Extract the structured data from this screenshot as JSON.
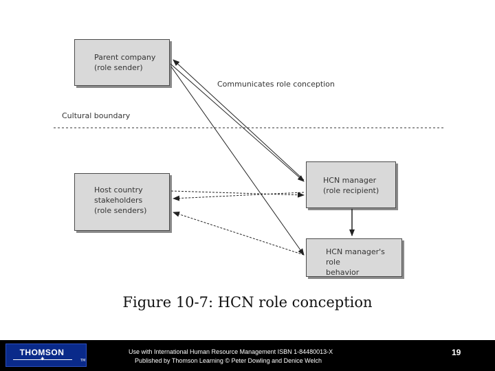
{
  "diagram": {
    "boxes": {
      "parent": "Parent company\n(role sender)",
      "host": "Host country\nstakeholders\n(role senders)",
      "manager": "HCN manager\n(role recipient)",
      "behavior": "HCN manager's role\nbehavior"
    },
    "labels": {
      "communicates": "Communicates role conception",
      "cultural_boundary": "Cultural boundary"
    }
  },
  "caption": "Figure 10-7: HCN role conception",
  "footer": {
    "logo_text": "THOMSON",
    "logo_star": "✦",
    "logo_tm": "TM",
    "line1": "Use with International Human Resource Management   ISBN 1-84480013-X",
    "line2": "Published by Thomson Learning   © Peter Dowling and Denice Welch",
    "page_number": "19"
  },
  "colors": {
    "box_fill": "#d9d9d9",
    "footer_bg": "#000000",
    "logo_bg": "#0a2a8a"
  }
}
